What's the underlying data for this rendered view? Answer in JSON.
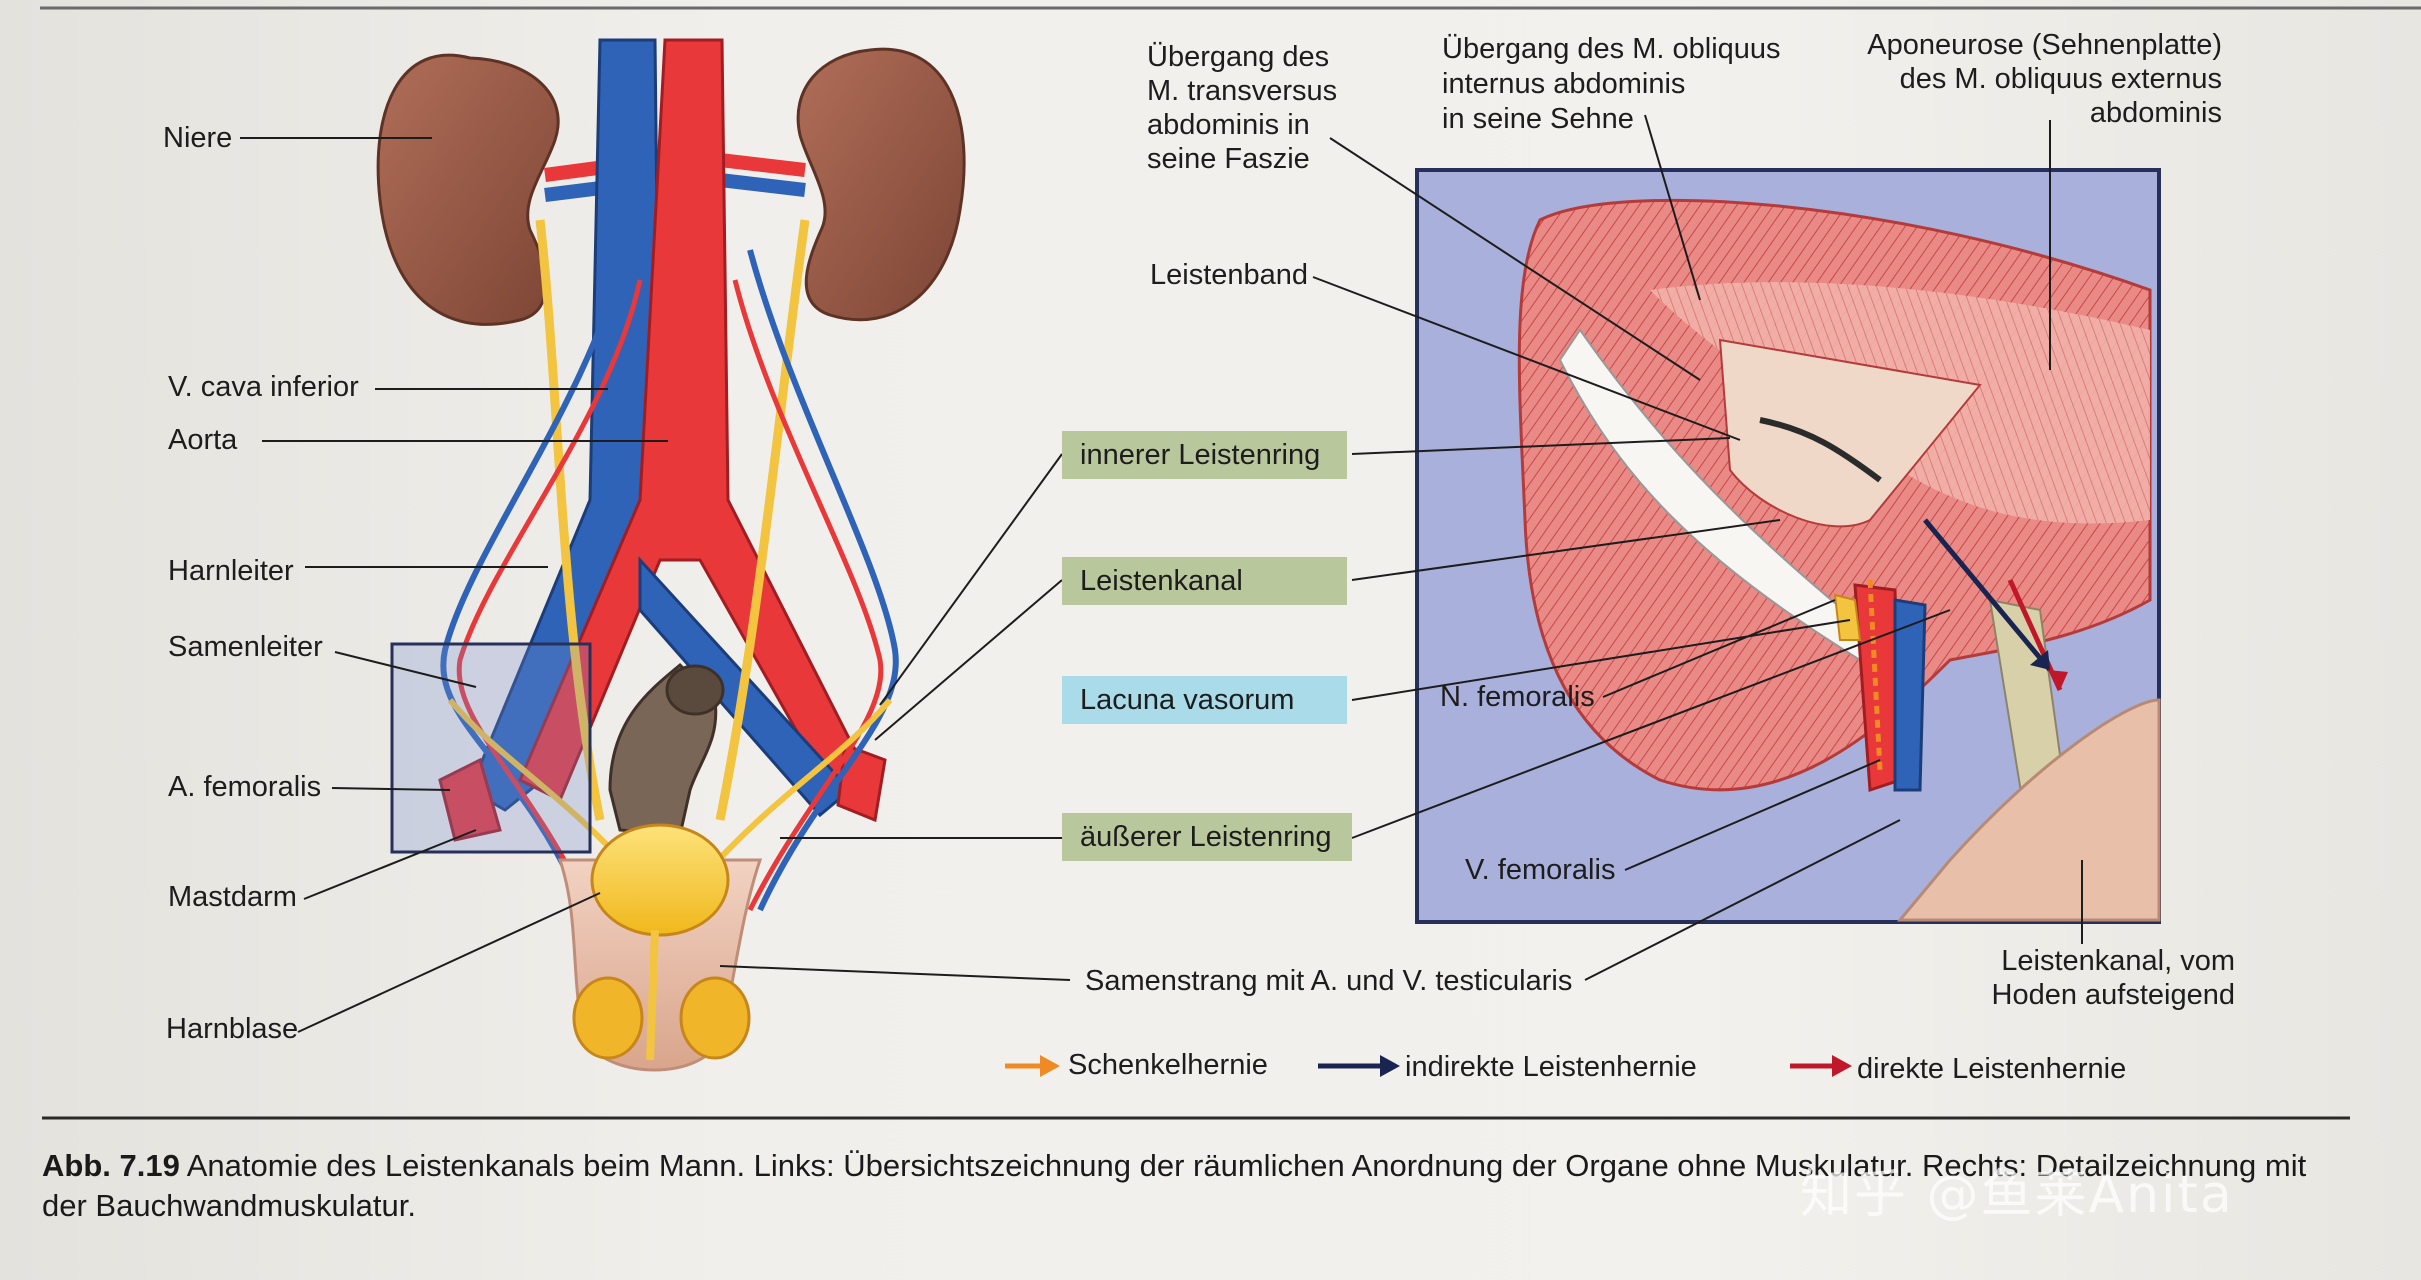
{
  "labels": {
    "niere": "Niere",
    "vcava": "V. cava inferior",
    "aorta": "Aorta",
    "harnleiter": "Harnleiter",
    "samenleiter": "Samenleiter",
    "afemoralis": "A. femoralis",
    "mastdarm": "Mastdarm",
    "harnblase": "Harnblase",
    "innerer": "innerer Leistenring",
    "leistenkanal": "Leistenkanal",
    "lacuna": "Lacuna vasorum",
    "aeusserer": "äußerer Leistenring",
    "samenstrang": "Samenstrang  mit A. und V. testicularis",
    "uebergang_transversus_1": "Übergang des",
    "uebergang_transversus_2": "M. transversus",
    "uebergang_transversus_3": "abdominis in",
    "uebergang_transversus_4": "seine Faszie",
    "uebergang_obliquus_1": "Übergang des M. obliquus",
    "uebergang_obliquus_2": "internus abdominis",
    "uebergang_obliquus_3": "in seine Sehne",
    "aponeurose_1": "Aponeurose (Sehnenplatte)",
    "aponeurose_2": "des M. obliquus externus",
    "aponeurose_3": "abdominis",
    "leistenband": "Leistenband",
    "nfemoralis": "N. femoralis",
    "vfemoralis": "V. femoralis",
    "leistenkanal_hoden_1": "Leistenkanal, vom",
    "leistenkanal_hoden_2": "Hoden aufsteigend"
  },
  "legend": [
    {
      "label": "Schenkelhernie",
      "color": "#f08a24",
      "icon": "arrow-right-icon"
    },
    {
      "label": "indirekte Leistenhernie",
      "color": "#1a2450",
      "icon": "arrow-right-icon"
    },
    {
      "label": "direkte Leistenhernie",
      "color": "#c0182a",
      "icon": "arrow-right-icon"
    }
  ],
  "caption": {
    "number": "Abb. 7.19",
    "text": "Anatomie des Leistenkanals beim Mann. Links: Übersichtszeichnung der räumlichen Anordnung der Organe ohne Muskulatur. Rechts: Detailzeichnung mit der Bauchwandmuskulatur."
  },
  "watermark": "知乎 @鱼莱Anita",
  "colors": {
    "vein": "#2f63b8",
    "artery": "#e8383a",
    "ureter": "#f2c440",
    "kidney": "#9a5a45",
    "bladder": "#f6cd2a",
    "rectum": "#7a6656",
    "muscle": "#e67070",
    "box_green": "#b9c79c",
    "box_blue": "#a9dbe8",
    "frame": "#26305a"
  }
}
